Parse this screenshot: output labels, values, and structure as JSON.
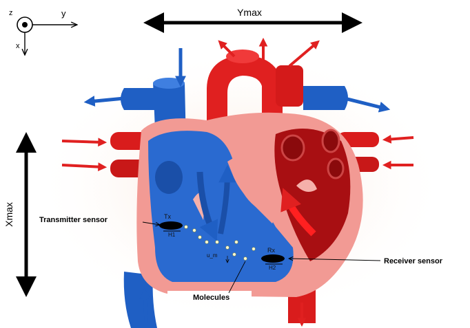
{
  "axes": {
    "z_label": "z",
    "y_label": "y",
    "x_label": "x"
  },
  "dimensions": {
    "ymax_label": "Ymax",
    "xmax_label": "Xmax"
  },
  "sensors": {
    "transmitter_label": "Transmitter sensor",
    "transmitter_tag": "Tx",
    "transmitter_h": "H1",
    "receiver_label": "Receiver sensor",
    "receiver_tag": "Rx",
    "receiver_h": "H2"
  },
  "molecules": {
    "label": "Molecules",
    "velocity_label": "u_m"
  },
  "colors": {
    "blood_blue": "#1f5fc4",
    "blood_red": "#e02020",
    "myocardium_pink": "#f29a94",
    "dark_red": "#a80f12",
    "sensor_black": "#000000"
  }
}
